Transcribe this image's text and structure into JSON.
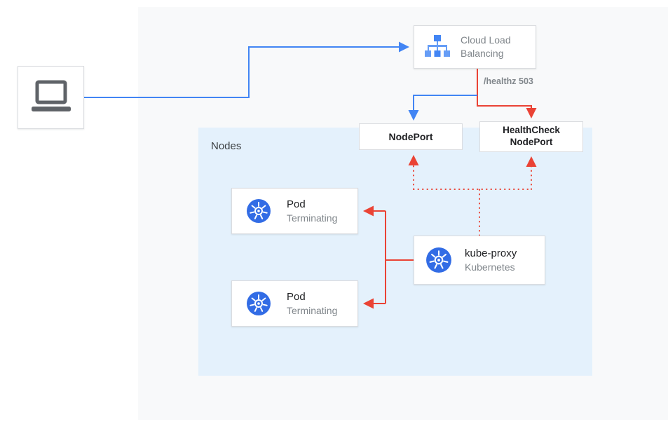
{
  "diagram": {
    "nodes_panel": {
      "label": "Nodes"
    },
    "client": {
      "icon": "laptop-icon"
    },
    "cloud_load_balancing": {
      "icon": "cloud-load-balancing-icon",
      "line1": "Cloud Load",
      "line2": "Balancing"
    },
    "edge_health_label": "/healthz 503",
    "nodeport": {
      "label": "NodePort"
    },
    "healthcheck_nodeport": {
      "line1": "HealthCheck",
      "line2": "NodePort"
    },
    "pods": [
      {
        "title": "Pod",
        "status": "Terminating",
        "icon": "kubernetes-icon"
      },
      {
        "title": "Pod",
        "status": "Terminating",
        "icon": "kubernetes-icon"
      }
    ],
    "kube_proxy": {
      "title": "kube-proxy",
      "subtitle": "Kubernetes",
      "icon": "kubernetes-icon"
    },
    "colors": {
      "blue": "#4285f4",
      "blue_light": "#669df6",
      "red": "#ea4335",
      "canvas_bg": "#f8f9fa",
      "nodes_bg": "#e4f1fc",
      "card_border": "#dadce0",
      "text_dark": "#202124",
      "text_gray": "#80868b",
      "icon_gray": "#5f6368",
      "kubernetes_blue": "#326ce5"
    }
  }
}
